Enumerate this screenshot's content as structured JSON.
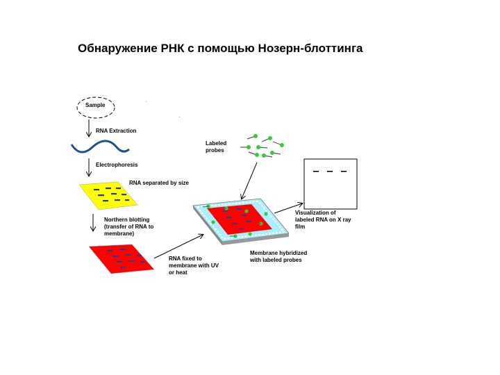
{
  "title": "Обнаружение РНК с помощью Нозерн-блоттинга",
  "labels": {
    "sample": "Sample",
    "rna_extraction": "RNA Extraction",
    "electrophoresis": "Electrophoresis",
    "separated": "RNA separated by size",
    "northern_blotting": "Northern blotting\n(transfer of RNA to\nmembrane)",
    "rna_fixed": "RNA fixed to\nmembrane with UV\nor heat",
    "labeled_probes": "Labeled\nprobes",
    "hybridized": "Membrane hybridized\nwith labeled probes",
    "visualization": "Visualization of\nlabeled RNA on X ray\nfilm"
  },
  "colors": {
    "gel": "#ffff00",
    "membrane": "#ff0000",
    "band": "#1f3f8f",
    "probe": "#33cc33",
    "tray": "#aaeeff",
    "rna_strand": "#1f4f8f"
  }
}
